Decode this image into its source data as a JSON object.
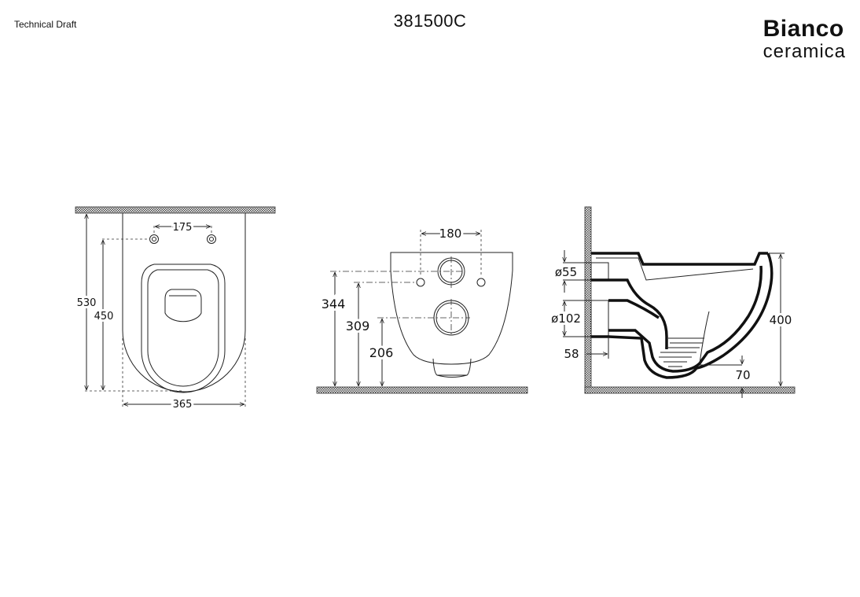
{
  "header": {
    "doc_type": "Technical Draft",
    "model_code": "381500C",
    "brand_line1": "Bianco",
    "brand_line2": "ceramica"
  },
  "top_view": {
    "dim_width": "365",
    "dim_holes": "175",
    "dim_depth_total": "530",
    "dim_depth_bowl": "450"
  },
  "rear_view": {
    "dim_holes": "180",
    "dim_h1": "344",
    "dim_h2": "309",
    "dim_h3": "206"
  },
  "side_view": {
    "dim_inlet": "ø55",
    "dim_outlet": "ø102",
    "dim_outlet_offset": "58",
    "dim_water_depth": "70",
    "dim_height": "400"
  }
}
